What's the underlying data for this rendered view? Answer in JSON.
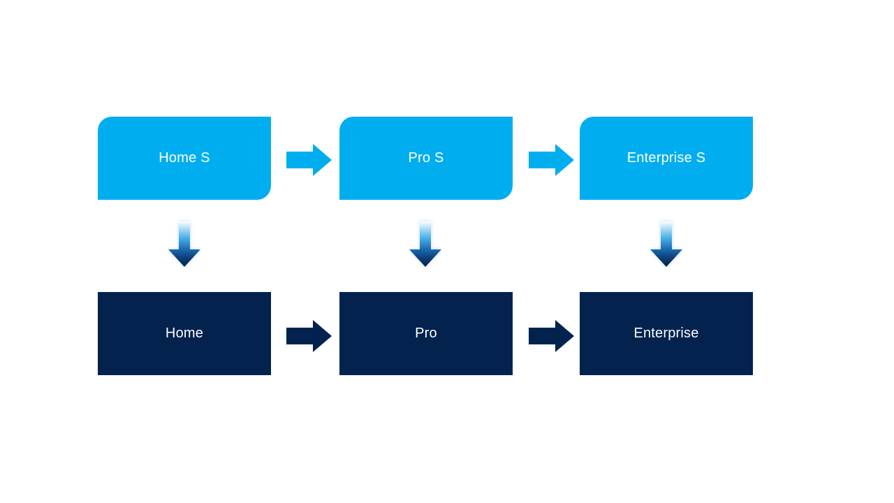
{
  "diagram": {
    "kind": "upgrade-flow",
    "columns": [
      {
        "id": "home",
        "top": {
          "label": "Home S"
        },
        "bottom": {
          "label": "Home"
        }
      },
      {
        "id": "pro",
        "top": {
          "label": "Pro S"
        },
        "bottom": {
          "label": "Pro"
        }
      },
      {
        "id": "enterprise",
        "top": {
          "label": "Enterprise S"
        },
        "bottom": {
          "label": "Enterprise"
        }
      }
    ]
  },
  "colors": {
    "background": "#FFFFFF",
    "light_blue": "#00AEEF",
    "dark_navy": "#03234E",
    "label_text": "#FFFFFF",
    "glow_light": "#7FD9FF",
    "glow_dark": "#AAB8D6",
    "glow_soft": "#C4DCF0",
    "down_gradient": [
      "#FEFFFF",
      "#C9E9FA",
      "#4FB3E8",
      "#1A6FB5",
      "#0D3F77",
      "#042248"
    ]
  }
}
